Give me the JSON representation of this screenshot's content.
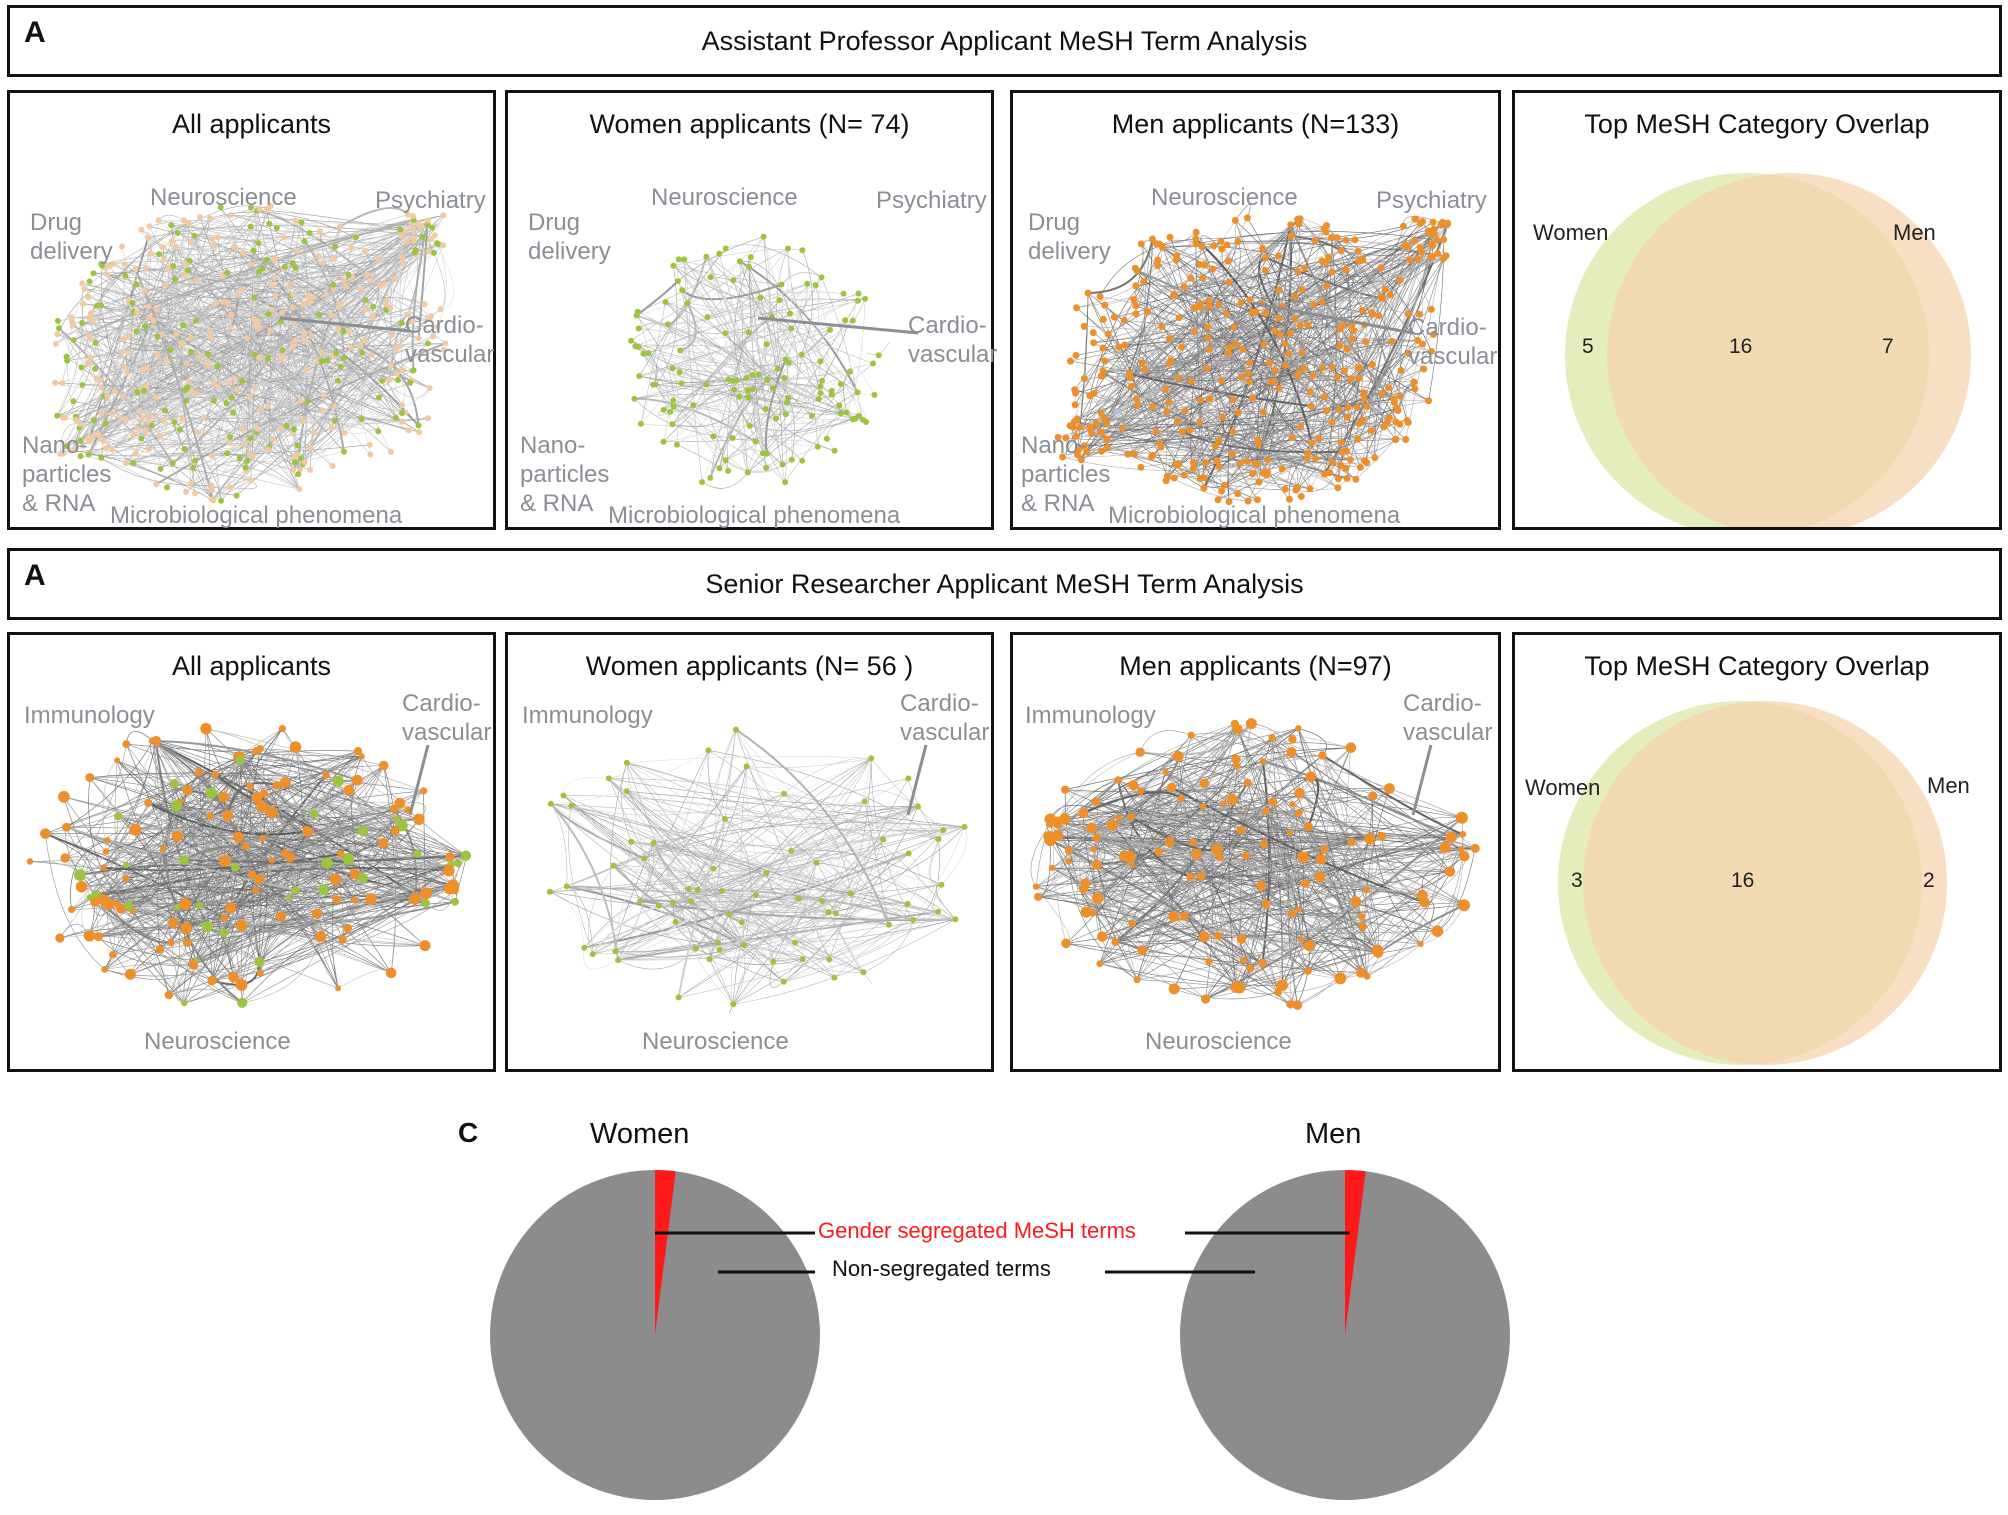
{
  "colors": {
    "women_node": "#9cc43c",
    "men_node": "#ef8f2a",
    "women_venn": "#e4eebd",
    "men_venn": "#f6d3ad",
    "overlap": "#e6d9a3",
    "pie_main": "#8c8c8c",
    "pie_slice": "#ff1a1a",
    "label": "#8a8f96"
  },
  "sections": [
    {
      "letter": "A",
      "title": "Assistant Professor Applicant MeSH Term Analysis",
      "panels": [
        {
          "title": "All applicants",
          "labels": [
            "Drug\ndelivery",
            "Neuroscience",
            "Psychiatry",
            "Cardio-\nvascular",
            "Nano-\nparticles\n& RNA",
            "Microbiological phenomena"
          ]
        },
        {
          "title": "Women applicants (N= 74)",
          "labels": [
            "Drug\ndelivery",
            "Neuroscience",
            "Psychiatry",
            "Cardio-\nvascular",
            "Nano-\nparticles\n& RNA",
            "Microbiological phenomena"
          ]
        },
        {
          "title": "Men applicants (N=133)",
          "labels": [
            "Drug\ndelivery",
            "Neuroscience",
            "Psychiatry",
            "Cardio-\nvascular",
            "Nano-\nparticles\n& RNA",
            "Microbiological phenomena"
          ]
        }
      ],
      "venn": {
        "title": "Top MeSH Category Overlap",
        "left_label": "Women",
        "right_label": "Men",
        "women_only": "5",
        "overlap": "16",
        "men_only": "7"
      }
    },
    {
      "letter": "A",
      "title": "Senior Researcher Applicant MeSH Term Analysis",
      "panels": [
        {
          "title": "All applicants",
          "labels": [
            "Immunology",
            "Cardio-\nvascular",
            "Neuroscience"
          ]
        },
        {
          "title": "Women applicants (N= 56 )",
          "labels": [
            "Immunology",
            "Cardio-\nvascular",
            "Neuroscience"
          ]
        },
        {
          "title": "Men applicants (N=97)",
          "labels": [
            "Immunology",
            "Cardio-\nvascular",
            "Neuroscience"
          ]
        }
      ],
      "venn": {
        "title": "Top MeSH Category Overlap",
        "left_label": "Women",
        "right_label": "Men",
        "women_only": "3",
        "overlap": "16",
        "men_only": "2"
      }
    }
  ],
  "section_c": {
    "letter": "C",
    "annotation_segregated": "Gender segregated MeSH terms",
    "annotation_non_segregated": "Non-segregated terms"
  },
  "chart_data": [
    {
      "type": "pie",
      "title": "Women",
      "labels": [
        "Gender segregated MeSH terms",
        "Non-segregated terms"
      ],
      "values": [
        2,
        98
      ]
    },
    {
      "type": "pie",
      "title": "Men",
      "labels": [
        "Gender segregated MeSH terms",
        "Non-segregated terms"
      ],
      "values": [
        2,
        98
      ]
    }
  ]
}
